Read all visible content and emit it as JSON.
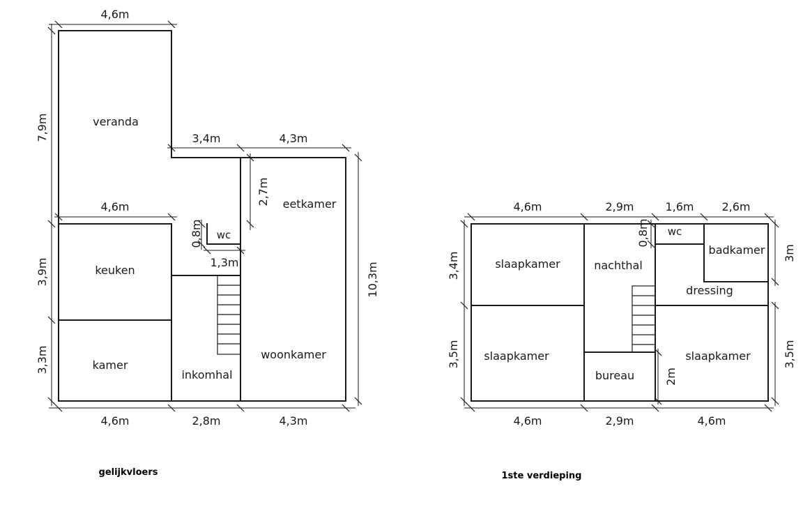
{
  "ground_floor": {
    "caption": "gelijkvloers",
    "rooms": {
      "veranda": "veranda",
      "keuken": "keuken",
      "kamer": "kamer",
      "inkomhal": "inkomhal",
      "wc": "wc",
      "eetkamer": "eetkamer",
      "woonkamer": "woonkamer"
    },
    "dims": {
      "top_veranda": "4,6m",
      "left_veranda": "7,9m",
      "top_mid": "3,4m",
      "top_right": "4,3m",
      "mid_kitchen": "4,6m",
      "stair_vertical": "2,7m",
      "wc_height": "0,8m",
      "wc_width": "1,3m",
      "left_kitchen": "3,9m",
      "left_kamer": "3,3m",
      "right_total": "10,3m",
      "bottom_left": "4,6m",
      "bottom_mid": "2,8m",
      "bottom_right": "4,3m"
    }
  },
  "first_floor": {
    "caption": "1ste verdieping",
    "rooms": {
      "slaapkamer_top_left": "slaapkamer",
      "nachthal": "nachthal",
      "wc": "wc",
      "badkamer": "badkamer",
      "dressing": "dressing",
      "slaapkamer_bottom_left": "slaapkamer",
      "bureau": "bureau",
      "slaapkamer_bottom_right": "slaapkamer"
    },
    "dims": {
      "top_left": "4,6m",
      "top_mid": "2,9m",
      "top_wc": "1,6m",
      "top_bath": "2,6m",
      "wc_height": "0,8m",
      "bath_height": "3m",
      "left_top": "3,4m",
      "left_bottom": "3,5m",
      "right_bottom": "3,5m",
      "bureau_side": "2m",
      "bottom_left": "4,6m",
      "bottom_mid": "2,9m",
      "bottom_right": "4,6m"
    }
  }
}
